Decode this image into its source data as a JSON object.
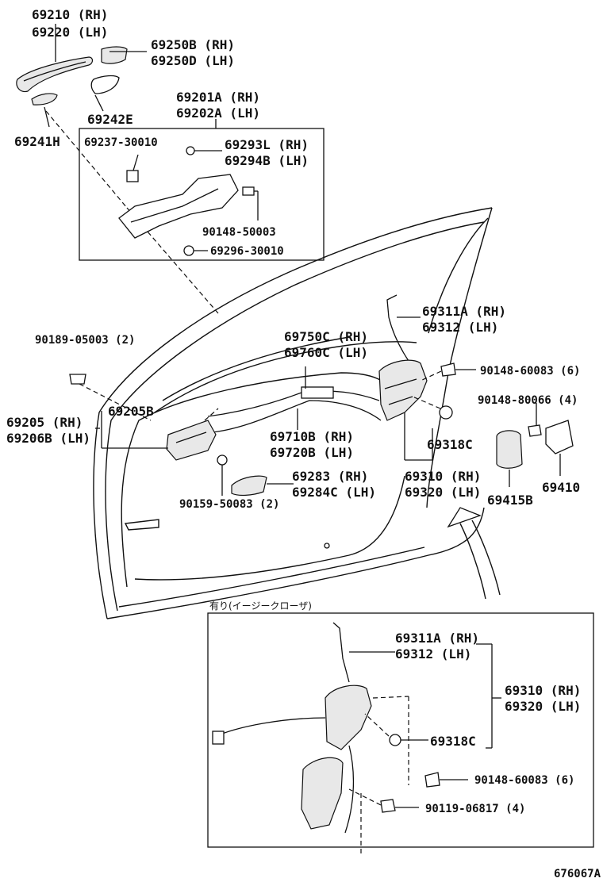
{
  "labels": {
    "handle_outer": [
      "69210 (RH)",
      "69220 (LH)"
    ],
    "handle_cover": [
      "69250B (RH)",
      "69250D (LH)"
    ],
    "p69242e": "69242E",
    "p69241h": "69241H",
    "frame": [
      "69201A (RH)",
      "69202A (LH)"
    ],
    "p69237": "69237-30010",
    "p69293": [
      "69293L (RH)",
      "69294B (LH)"
    ],
    "p90148_50003": "90148-50003",
    "p69296": "69296-30010",
    "lock_rod": [
      "69311A (RH)",
      "69312 (LH)"
    ],
    "cable_upper": [
      "69750C (RH)",
      "69760C (LH)"
    ],
    "p90189": "90189-05003 (2)",
    "inner_handle": [
      "69205 (RH)",
      "69206B (LH)"
    ],
    "p69205b": "69205B",
    "cable_lower": [
      "69710B (RH)",
      "69720B (LH)"
    ],
    "p90148_60083": "90148-60083 (6)",
    "p90148_80066": "90148-80066 (4)",
    "p69318c": "69318C",
    "lock_assy": [
      "69310 (RH)",
      "69320 (LH)"
    ],
    "bezel": [
      "69283 (RH)",
      "69284C (LH)"
    ],
    "p90159": "90159-50083 (2)",
    "p69415b": "69415B",
    "p69410": "69410"
  },
  "inset": {
    "title": "有り(イージークローザ)",
    "lock_rod": [
      "69311A (RH)",
      "69312 (LH)"
    ],
    "lock_assy": [
      "69310 (RH)",
      "69320 (LH)"
    ],
    "p69318c": "69318C",
    "p90148_60083": "90148-60083 (6)",
    "p90119": "90119-06817 (4)"
  },
  "figure_id": "676067A"
}
